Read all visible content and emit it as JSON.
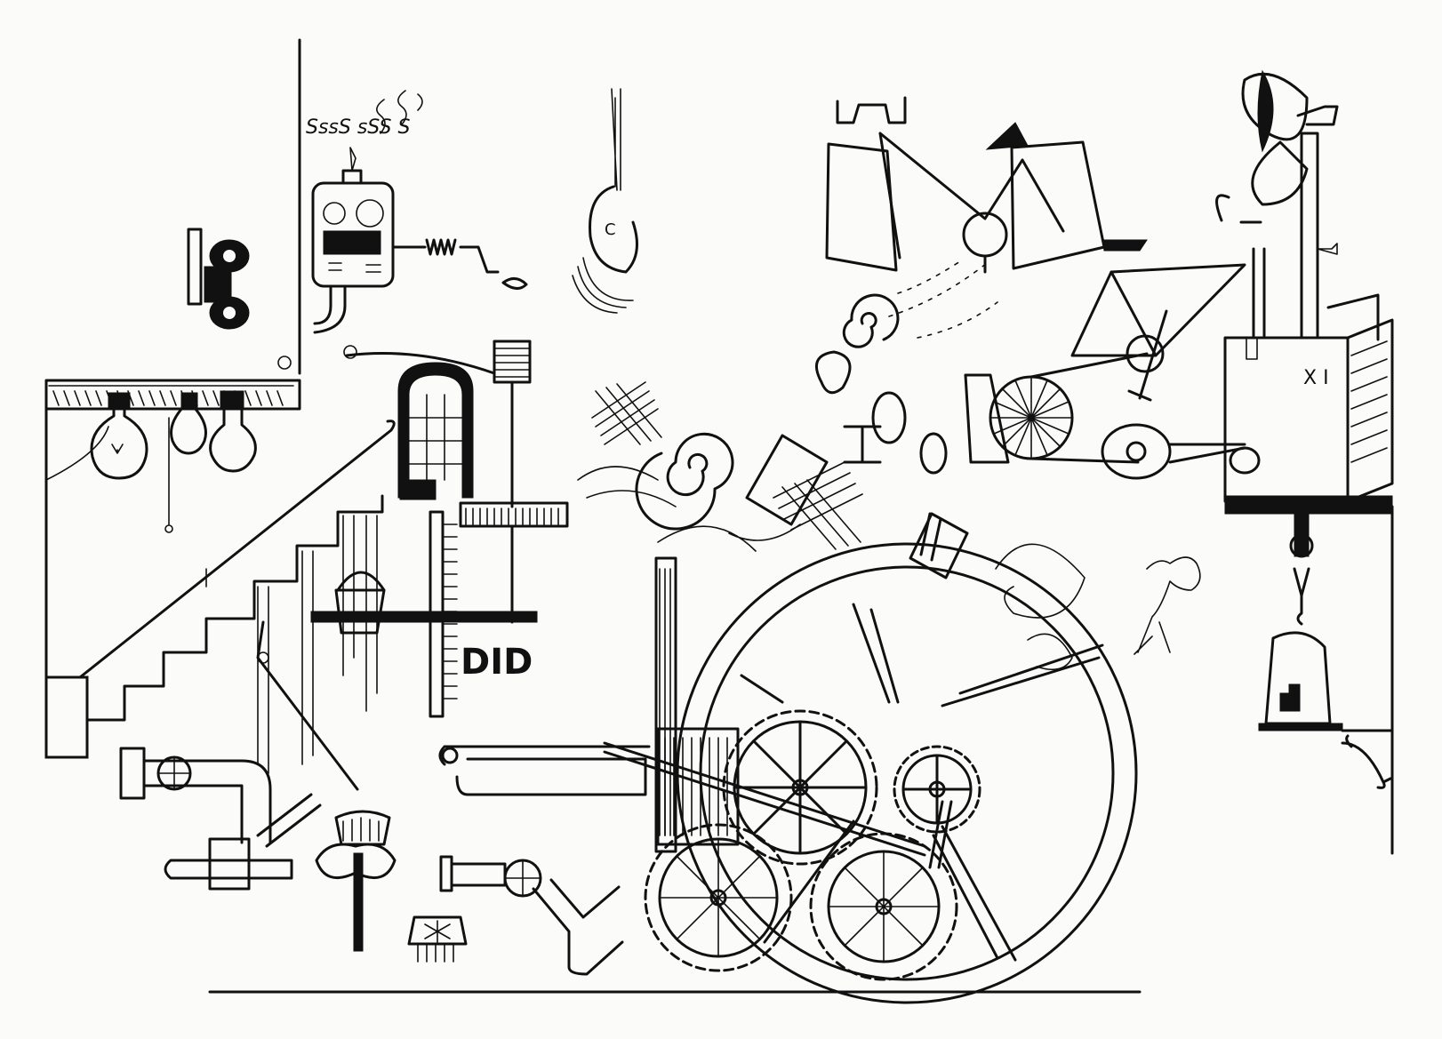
{
  "colors": {
    "ink": "#111111",
    "paper": "#fbfbfa"
  },
  "texts": {
    "steam_puffs": "SssS sSS S",
    "cylinder_letter": "C",
    "box_mark": "X I",
    "rim_text_top": "",
    "rim_text_bottom": ""
  },
  "icons": [
    "wind-up-key-icon",
    "boiler-gauge-icon",
    "light-bulb-icon",
    "staircase-icon",
    "bucket-icon",
    "arched-window-icon",
    "spool-icon",
    "steam-pipe-icon",
    "valve-wheel-icon",
    "flower-turbine-icon",
    "big-wheel-icon",
    "gear-icon",
    "bicycle-icon",
    "spiral-icon",
    "falling-bird-icon",
    "crate-icon",
    "bell-icon",
    "pulley-icon",
    "propeller-icon"
  ]
}
